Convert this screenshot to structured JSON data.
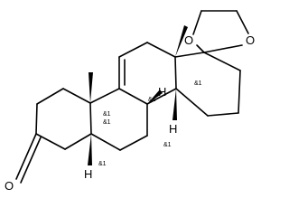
{
  "diagram": {
    "type": "skeletal-structure",
    "atom_labels": {
      "o_ketone": "O",
      "o_dioxolane_left": "O",
      "o_dioxolane_right": "O",
      "h_8": "H",
      "h_14": "H",
      "h_5": "H"
    },
    "stereo_labels": {
      "s13": "&1",
      "s10": "&1",
      "s9": "&1",
      "s8": "&1",
      "s14": "&1",
      "s5": "&1"
    }
  }
}
